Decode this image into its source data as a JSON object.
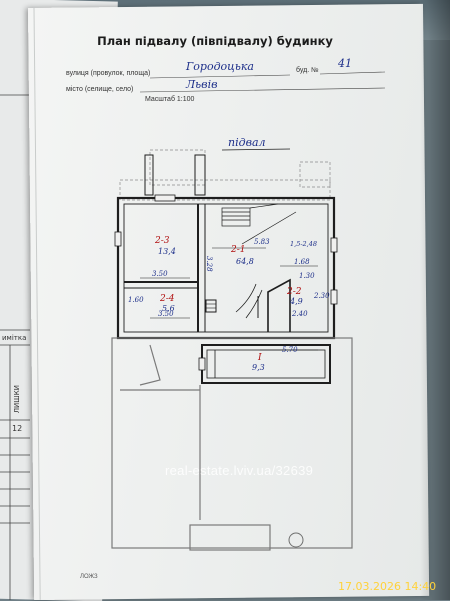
{
  "document": {
    "title": "План підвалу (півпідвалу) будинку",
    "street_label": "вулиця (провулок, площа)",
    "street_value": "Городоцька",
    "building_label": "буд. №",
    "building_value": "41",
    "city_label": "місто (селище, село)",
    "city_value": "Львів",
    "scale": "Масштаб 1:100",
    "plan_heading": "підвал",
    "footer_mark": "ЛОЖЗ"
  },
  "plan": {
    "rooms": [
      {
        "id": "2-3",
        "number": "2-3",
        "area": "13,4"
      },
      {
        "id": "2-1",
        "number": "2-1",
        "area": "64,8"
      },
      {
        "id": "2-2",
        "number": "2-2",
        "area": "4,9"
      },
      {
        "id": "2-4",
        "number": "2-4",
        "area": "5,6"
      },
      {
        "id": "I",
        "number": "I",
        "area": "9,3"
      }
    ],
    "dimensions": {
      "d_583": "5.83",
      "d_350a": "3.50",
      "d_350b": "3.50",
      "d_160": "1.60",
      "d_168": "1.68",
      "d_130": "1.30",
      "d_240": "2.40",
      "d_230": "2.30",
      "d_570": "5.70",
      "d_328": "3.28",
      "d_cut": "1,5-2,48"
    }
  },
  "underlying_sheet": {
    "label_top": "иміткa",
    "label_side": "ЛИШКИ",
    "label_num": "12"
  },
  "watermark": "real-estate.lviv.ua/32639",
  "timestamp": "17.03.2026 14:40"
}
